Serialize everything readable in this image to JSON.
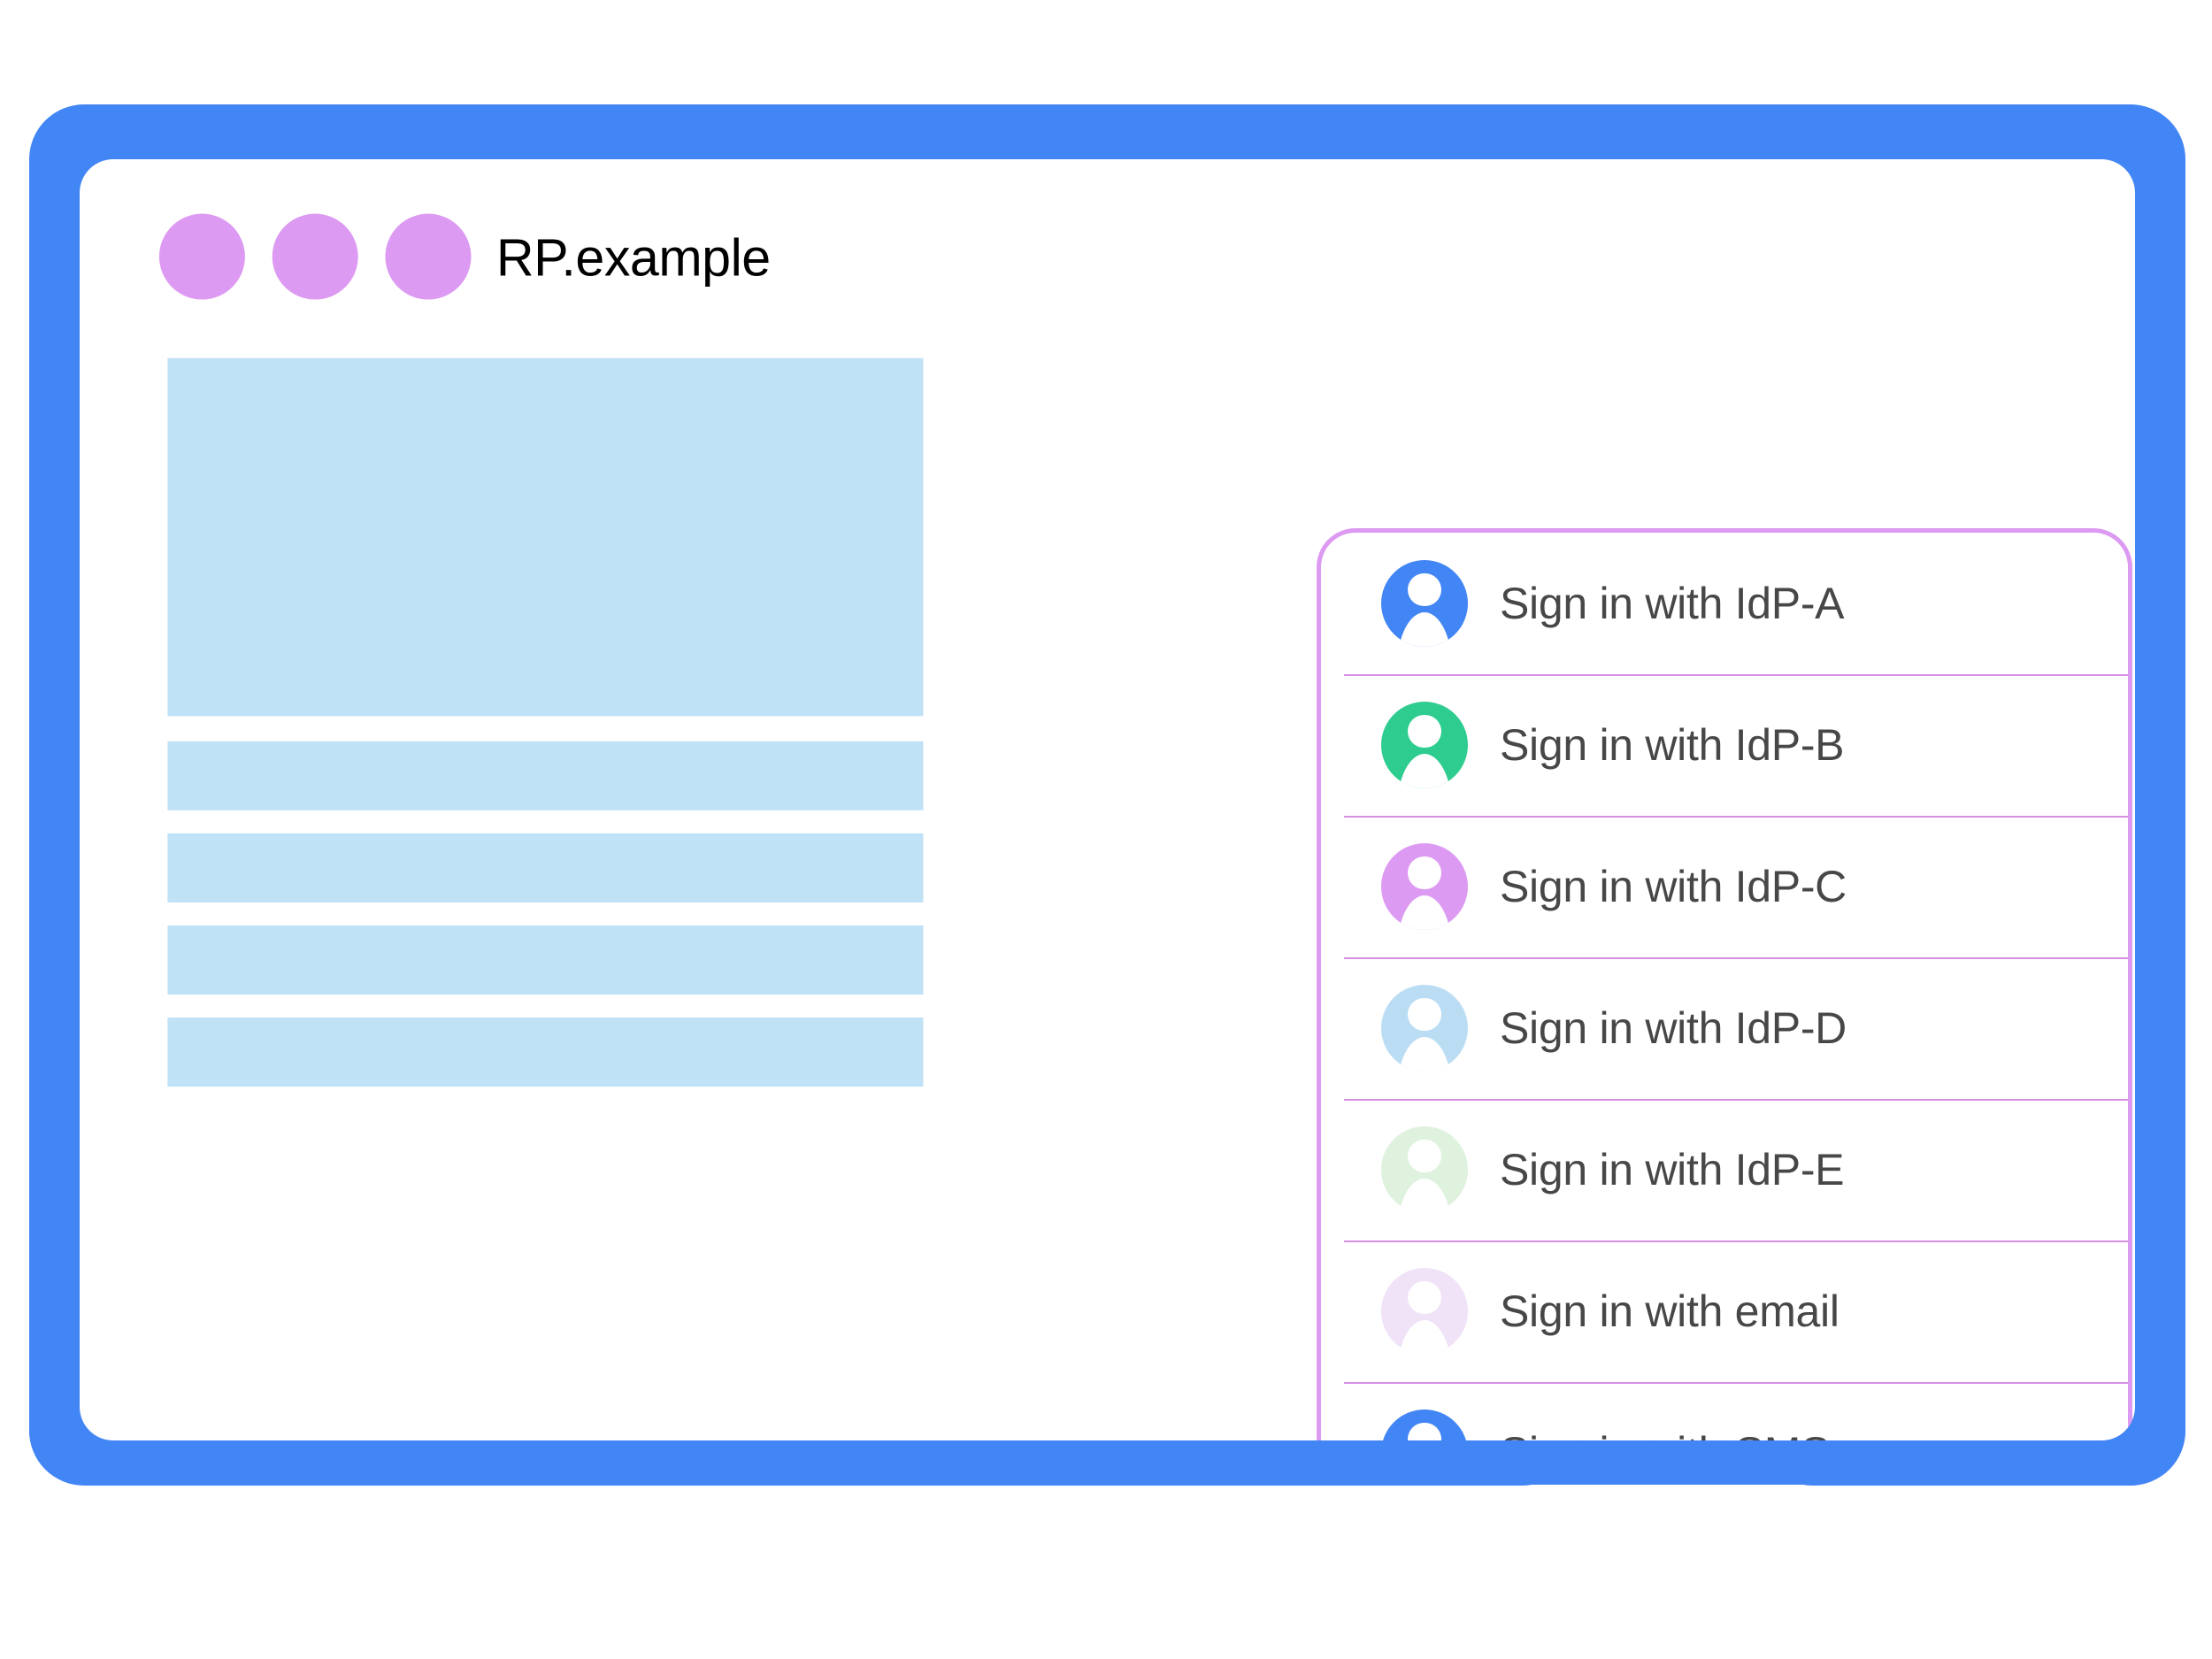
{
  "colors": {
    "frame_blue": "#4285F4",
    "title_dot_purple": "#DD9AF2",
    "placeholder_blue": "#BFE2F6",
    "dialog_border_purple": "#DD9AF2",
    "divider_purple": "#C96ADB",
    "label_gray": "#474747",
    "title_black": "#000000"
  },
  "titlebar": {
    "title": "RP.example",
    "dots": [
      "window-dot-1",
      "window-dot-2",
      "window-dot-3"
    ]
  },
  "page_content": {
    "placeholders": [
      {
        "name": "hero-placeholder"
      },
      {
        "name": "text-placeholder-1"
      },
      {
        "name": "text-placeholder-2"
      },
      {
        "name": "text-placeholder-3"
      },
      {
        "name": "text-placeholder-4"
      }
    ]
  },
  "chooser": {
    "rows": [
      {
        "label": "Sign in with IdP-A",
        "avatar_color": "#4285F4",
        "icon": "account-avatar-icon"
      },
      {
        "label": "Sign in with IdP-B",
        "avatar_color": "#2ECC8F",
        "icon": "account-avatar-icon"
      },
      {
        "label": "Sign in with IdP-C",
        "avatar_color": "#DD9AF2",
        "icon": "account-avatar-icon"
      },
      {
        "label": "Sign in with IdP-D",
        "avatar_color": "#BBDDF4",
        "icon": "account-avatar-icon"
      },
      {
        "label": "Sign in with IdP-E",
        "avatar_color": "#DFF2DE",
        "icon": "account-avatar-icon"
      },
      {
        "label": "Sign in with email",
        "avatar_color": "#F0E2F7",
        "icon": "account-avatar-icon"
      },
      {
        "label": "Sign in with SMS",
        "avatar_color": "#4285F4",
        "icon": "account-avatar-icon"
      }
    ]
  },
  "device_chrome": {
    "home_indicator": "home-button"
  }
}
